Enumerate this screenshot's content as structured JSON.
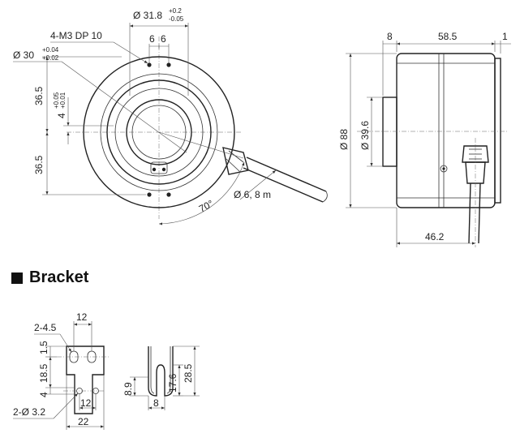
{
  "front_view": {
    "outer_diameter_label": "Ø 31.8",
    "outer_tol_upper": "+0.2",
    "outer_tol_lower": "-0.05",
    "hole_spacing_left": "6",
    "hole_spacing_right": "6",
    "thread_label": "4-M3 DP 10",
    "bore_label": "Ø 30",
    "bore_tol_upper": "+0.04",
    "bore_tol_lower": "+0.02",
    "upper_half_height": "36.5",
    "lower_half_height": "36.5",
    "offset_label": "4",
    "offset_tol_upper": "+0.05",
    "offset_tol_lower": "+0.01",
    "angle_label": "70°",
    "cable_label": "Ø 6, 8 m"
  },
  "side_view": {
    "flange_width": "8",
    "body_length": "58.5",
    "cap_width": "1",
    "outer_diameter": "Ø 88",
    "inner_diameter": "Ø 39.6",
    "cable_offset": "46.2"
  },
  "bracket": {
    "title": "Bracket",
    "slot_label": "2-4.5",
    "top_width": "12",
    "top_edge": "1.5",
    "slot_height": "18.5",
    "bottom_edge": "4",
    "hole_label": "2-Ø 3.2",
    "hole_spacing": "12",
    "overall_width": "22",
    "profile_depth": "8.9",
    "profile_slot": "17.6",
    "profile_height": "28.5",
    "profile_width": "8"
  }
}
